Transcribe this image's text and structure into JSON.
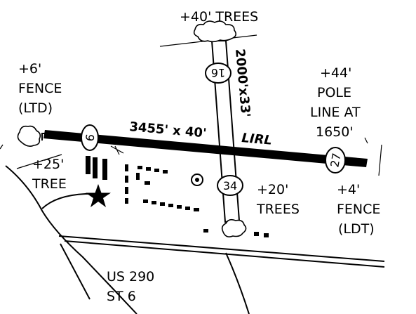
{
  "obstacles": {
    "trees_north": "+40' TREES",
    "fence_ltd": [
      "+6'",
      "FENCE",
      "(LTD)"
    ],
    "tree_west": [
      "+25'",
      "TREE"
    ],
    "pole_line": [
      "+44'",
      "POLE",
      "LINE AT",
      "1650'"
    ],
    "trees_southeast": [
      "+20'",
      "TREES"
    ],
    "fence_ldt": [
      "+4'",
      "FENCE",
      "(LDT)"
    ]
  },
  "runways": {
    "main": {
      "dimensions": "3455' x 40'",
      "lighting": "LIRL",
      "end_west": "6",
      "end_east": "27"
    },
    "cross": {
      "dimensions": "2000'x33'",
      "end_north": "16",
      "end_south": "34"
    }
  },
  "roads": [
    "US 290",
    "ST 6"
  ],
  "colors": {
    "ink": "#000000",
    "background": "#ffffff"
  },
  "icons": [
    "star-icon",
    "beacon-icon",
    "tree-icon",
    "fence-icon"
  ]
}
